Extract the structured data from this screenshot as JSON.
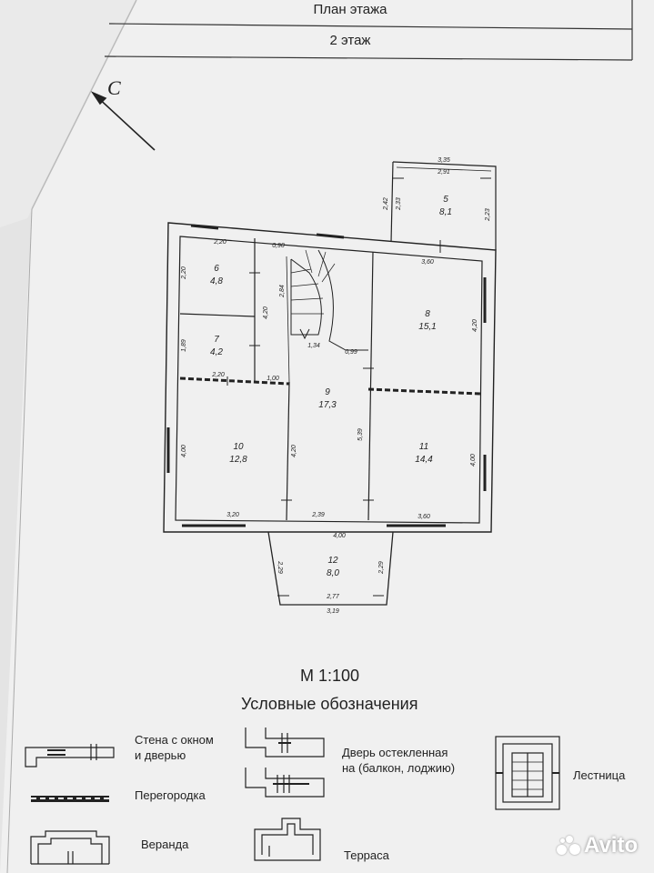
{
  "header": {
    "title": "План этажа",
    "floor": "2 этаж"
  },
  "north_label": "С",
  "scale": "М 1:100",
  "legend": {
    "title": "Условные обозначения",
    "wall_line1": "Стена с окном",
    "wall_line2": "и дверью",
    "partition": "Перегородка",
    "veranda": "Веранда",
    "glass_door_line1": "Дверь остекленная",
    "glass_door_line2": "на (балкон, лоджию)",
    "terrace": "Терраса",
    "stairs": "Лестница"
  },
  "rooms": [
    {
      "num": "5",
      "area": "8,1"
    },
    {
      "num": "6",
      "area": "4,8"
    },
    {
      "num": "7",
      "area": "4,2"
    },
    {
      "num": "8",
      "area": "15,1"
    },
    {
      "num": "9",
      "area": "17,3"
    },
    {
      "num": "10",
      "area": "12,8"
    },
    {
      "num": "11",
      "area": "14,4"
    },
    {
      "num": "12",
      "area": "8,0"
    }
  ],
  "dims": {
    "d1": "3,35",
    "d2": "2,91",
    "d3": "2,42",
    "d4": "2,33",
    "d5": "2,23",
    "d6": "2,20",
    "d7": "0,90",
    "d8": "2,20",
    "d9": "3,60",
    "d10": "2,84",
    "d11": "4,20",
    "d12": "1,89",
    "d13": "1,34",
    "d14": "0,99",
    "d15": "4,20",
    "d16": "2,20",
    "d17": "1,00",
    "d18": "4,00",
    "d19": "4,20",
    "d20": "5,39",
    "d21": "4,00",
    "d22": "3,20",
    "d23": "2,39",
    "d24": "3,60",
    "d25": "4,00",
    "d26": "2,29",
    "d27": "2,29",
    "d28": "2,77",
    "d29": "3,19"
  },
  "watermark": "Avito"
}
